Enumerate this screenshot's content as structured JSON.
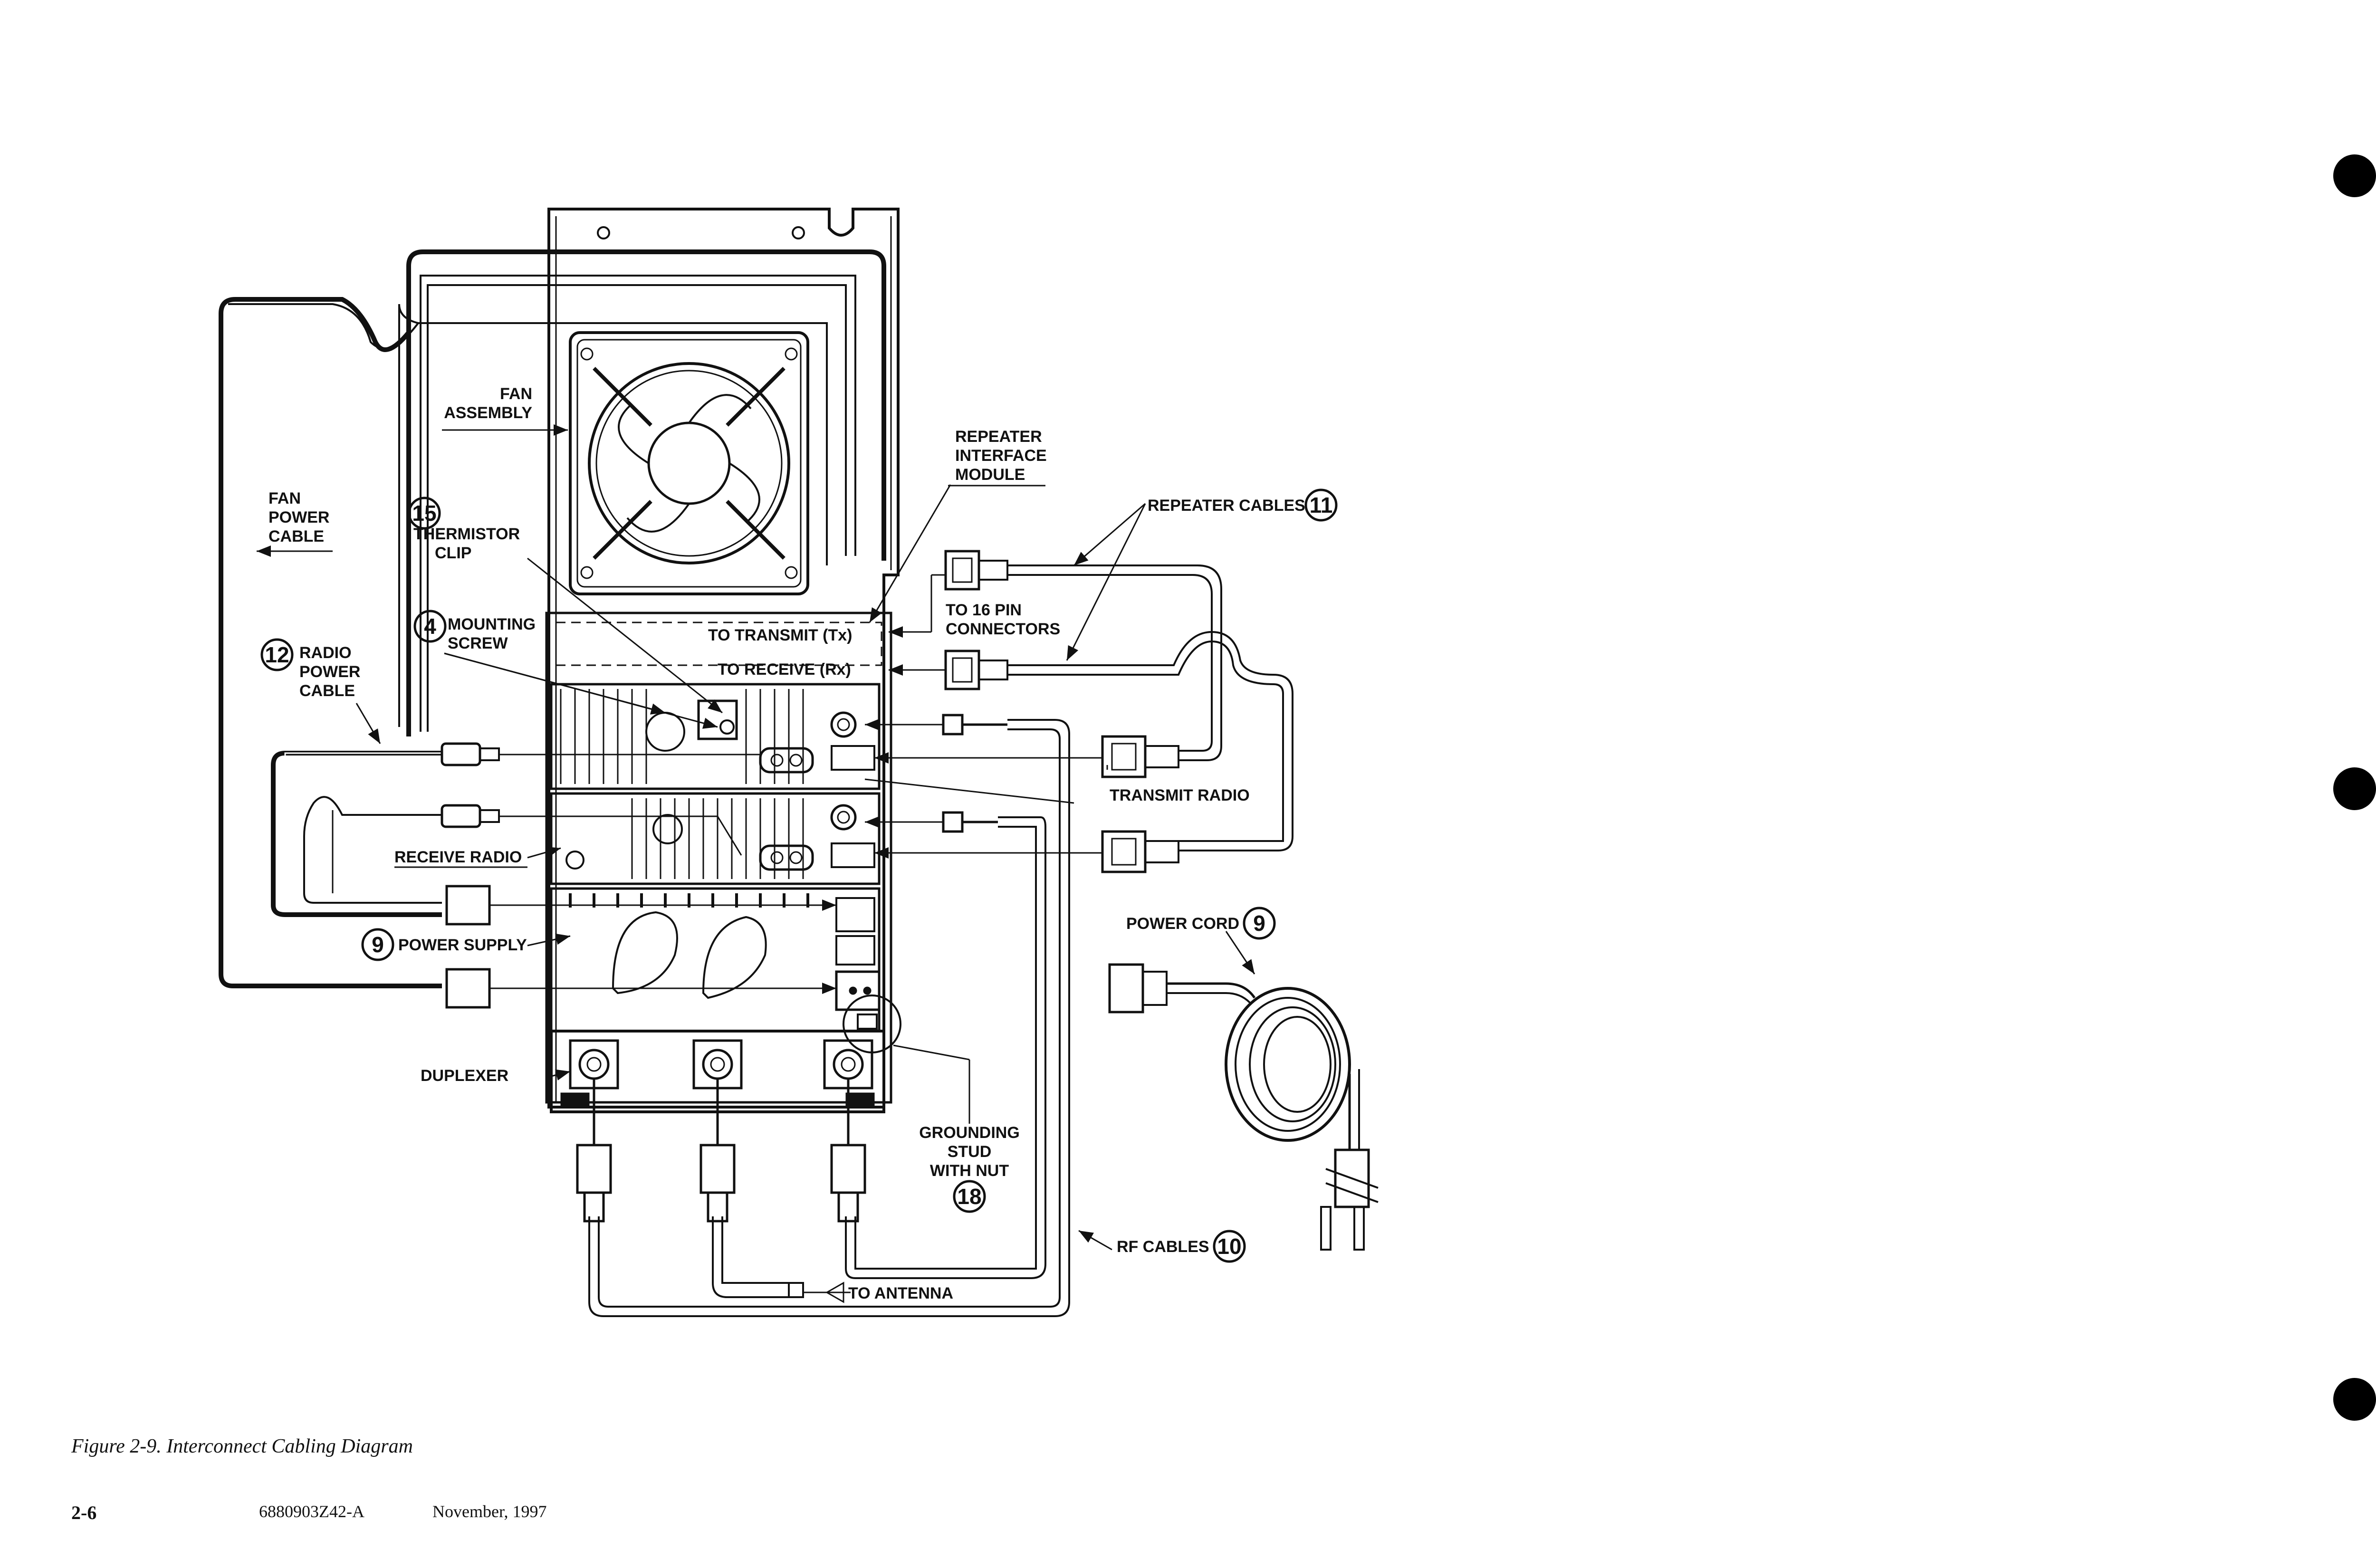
{
  "figure": {
    "caption": "Figure 2-9.   Interconnect Cabling Diagram"
  },
  "footer": {
    "page_number": "2-6",
    "doc_number": "6880903Z42-A",
    "date": "November, 1997"
  },
  "labels": {
    "fan_assembly": [
      "FAN",
      "ASSEMBLY"
    ],
    "fan_power_cable": [
      "FAN",
      "POWER",
      "CABLE"
    ],
    "thermistor_clip": [
      "THERMISTOR",
      "CLIP"
    ],
    "mounting_screw": [
      "MOUNTING",
      "SCREW"
    ],
    "radio_power_cable": [
      "RADIO",
      "POWER",
      "CABLE"
    ],
    "repeater_interface_module": [
      "REPEATER",
      "INTERFACE",
      "MODULE"
    ],
    "repeater_cables": "REPEATER CABLES",
    "to_16_pin": [
      "TO 16 PIN",
      "CONNECTORS"
    ],
    "to_transmit": "TO TRANSMIT (Tx)",
    "to_receive": "TO RECEIVE (Rx)",
    "transmit_radio": "TRANSMIT RADIO",
    "receive_radio": "RECEIVE RADIO",
    "power_supply": "POWER SUPPLY",
    "power_cord": "POWER CORD",
    "duplexer": "DUPLEXER",
    "grounding_stud": [
      "GROUNDING",
      "STUD",
      "WITH NUT"
    ],
    "rf_cables": "RF CABLES",
    "to_antenna": "TO ANTENNA"
  },
  "callouts": {
    "thermistor": "15",
    "mounting_screw": "4",
    "radio_power_cable": "12",
    "power_supply": "9",
    "repeater_cables": "11",
    "power_cord": "9",
    "grounding_stud": "18",
    "rf_cables": "10"
  }
}
